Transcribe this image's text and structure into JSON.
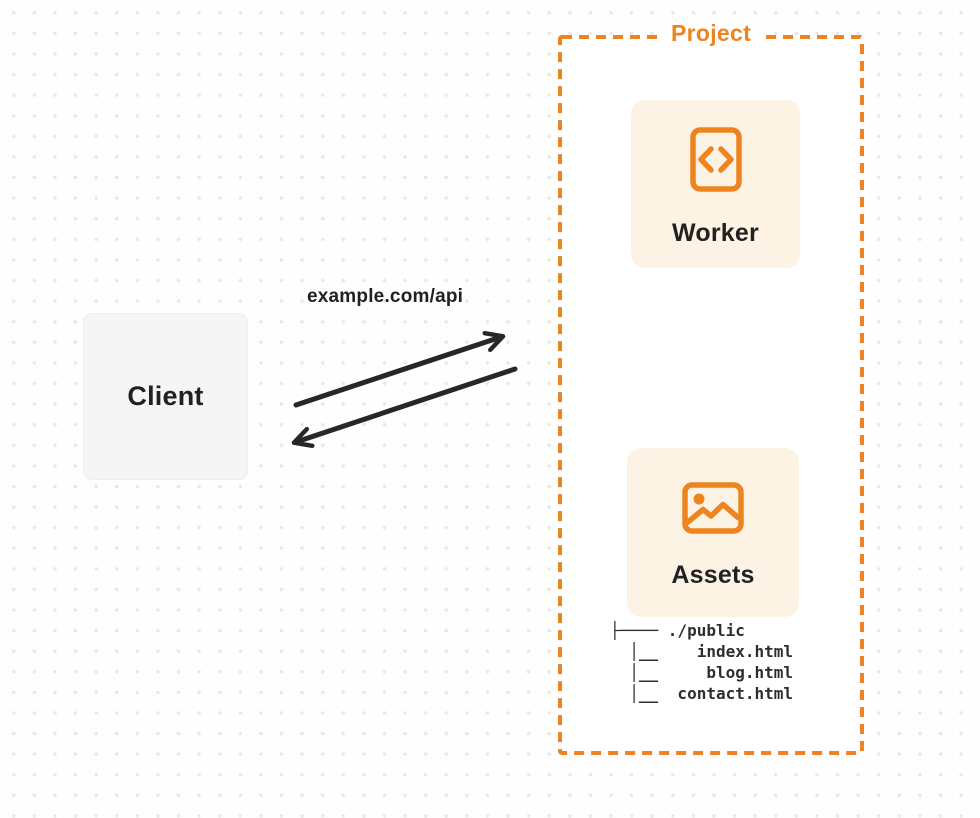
{
  "colors": {
    "accent_orange": "#EE8420",
    "card_bg": "#FDF3E5",
    "client_bg": "#F5F5F6",
    "arrow": "#272727",
    "text_dark": "#212121",
    "dot": "#E7E7E7",
    "page_bg": "#FEFEFE"
  },
  "client": {
    "label": "Client"
  },
  "request": {
    "label": "example.com/api"
  },
  "project": {
    "label": "Project",
    "nodes": [
      {
        "id": "worker",
        "label": "Worker",
        "icon": "code-document-icon"
      },
      {
        "id": "assets",
        "label": "Assets",
        "icon": "image-icon"
      }
    ],
    "file_tree": {
      "root": "./public",
      "files": [
        "index.html",
        "blog.html",
        "contact.html"
      ],
      "lines": [
        "├──── ./public",
        "  │__    index.html",
        "  │__     blog.html",
        "  │__  contact.html"
      ]
    }
  }
}
